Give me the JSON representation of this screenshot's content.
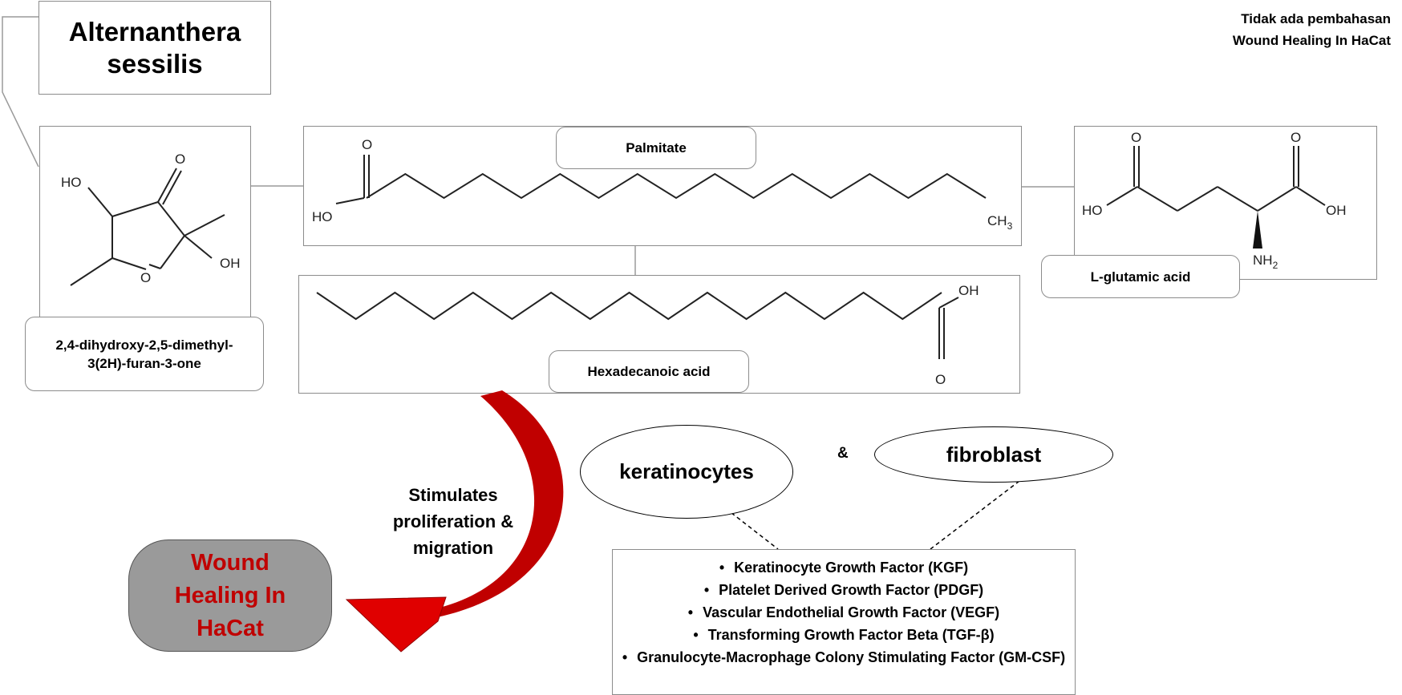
{
  "plant": {
    "name_line1": "Alternanthera",
    "name_line2": "sessilis"
  },
  "note": {
    "line1": "Tidak ada pembahasan",
    "line2": "Wound Healing In HaCat"
  },
  "compounds": {
    "furanone": "2,4-dihydroxy-2,5-dimethyl-3(2H)-furan-3-one",
    "palmitate": "Palmitate",
    "hexadecanoic": "Hexadecanoic acid",
    "glutamic": "L-glutamic acid"
  },
  "atoms": {
    "o": "O",
    "ho": "HO",
    "oh": "OH",
    "ch": "CH",
    "three": "3",
    "nh": "NH",
    "two": "2"
  },
  "arrow_label": "Stimulates proliferation & migration",
  "outcome": {
    "line1": "Wound",
    "line2": "Healing In",
    "line3": "HaCat"
  },
  "cells": {
    "left": "keratinocytes",
    "joiner": "&",
    "right": "fibroblast"
  },
  "bullet": "•",
  "growth_factors": [
    "Keratinocyte Growth Factor (KGF)",
    "Platelet Derived Growth Factor (PDGF)",
    "Vascular Endothelial Growth Factor (VEGF)",
    "Transforming Growth Factor Beta (TGF-β)",
    "Granulocyte-Macrophage Colony Stimulating Factor (GM-CSF)"
  ],
  "colors": {
    "outcome_text": "#c00000",
    "arrow": "#c00000",
    "outcome_fill": "#9a9a9a",
    "border": "#8c8c8c"
  }
}
